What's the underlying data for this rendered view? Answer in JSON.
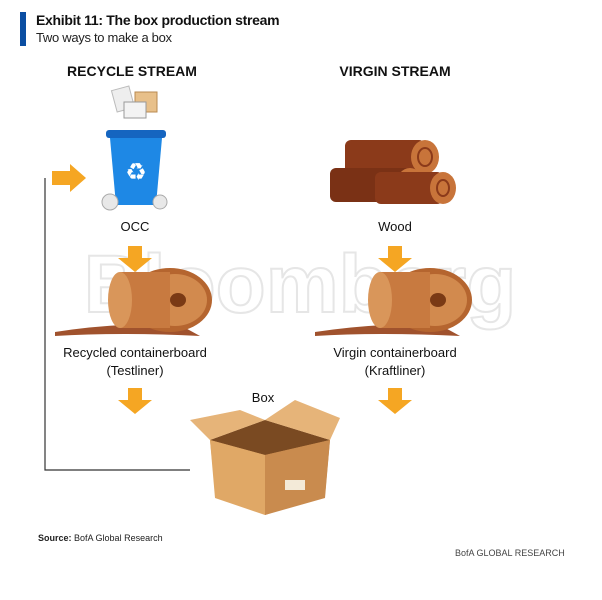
{
  "header": {
    "title": "Exhibit 11: The box production stream",
    "subtitle": "Two ways to make a box"
  },
  "streams": {
    "recycle": {
      "heading": "RECYCLE STREAM",
      "input": "OCC",
      "output_line1": "Recycled containerboard",
      "output_line2": "(Testliner)"
    },
    "virgin": {
      "heading": "VIRGIN STREAM",
      "input": "Wood",
      "output_line1": "Virgin containerboard",
      "output_line2": "(Kraftliner)"
    }
  },
  "box_label": "Box",
  "footer": {
    "source_label": "Source:",
    "source_text": "BofA Global Research",
    "brand": "BofA GLOBAL RESEARCH"
  },
  "watermark": "Bloomberg",
  "colors": {
    "accent": "#0b4ea2",
    "arrow": "#f5a623",
    "bin": "#1e88e5",
    "wood": "#8b3a1a",
    "cardboard": "#d9a066"
  }
}
